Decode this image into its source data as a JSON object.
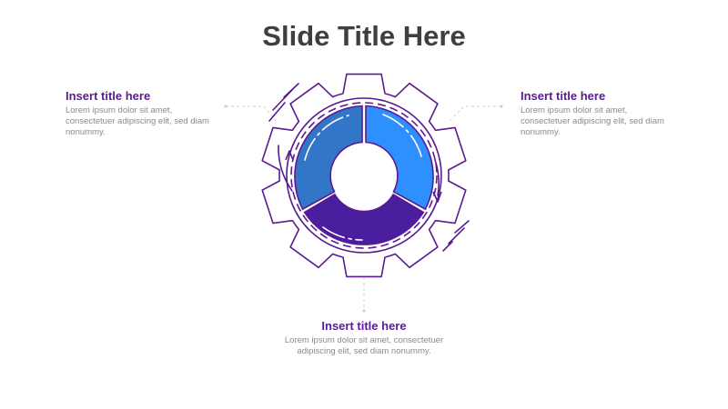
{
  "slide": {
    "title": "Slide Title Here"
  },
  "blocks": {
    "left": {
      "title": "Insert title here",
      "body": "Lorem ipsum dolor sit amet, consectetuer adipiscing elit, sed diam nonummy."
    },
    "right": {
      "title": "Insert title here",
      "body": "Lorem ipsum dolor sit amet, consectetuer adipiscing elit, sed diam nonummy."
    },
    "bottom": {
      "title": "Insert title here",
      "body": "Lorem ipsum dolor sit amet, consectetuer adipiscing elit, sed diam nonummy."
    }
  },
  "colors": {
    "outline": "#5a1a91",
    "segment_top_right": "#2e8fff",
    "segment_left": "#3276c8",
    "segment_bottom": "#4b1ea0",
    "title_text": "#3f3f3f",
    "body_text": "#8a8a8a",
    "connector": "#d0d0d0"
  }
}
